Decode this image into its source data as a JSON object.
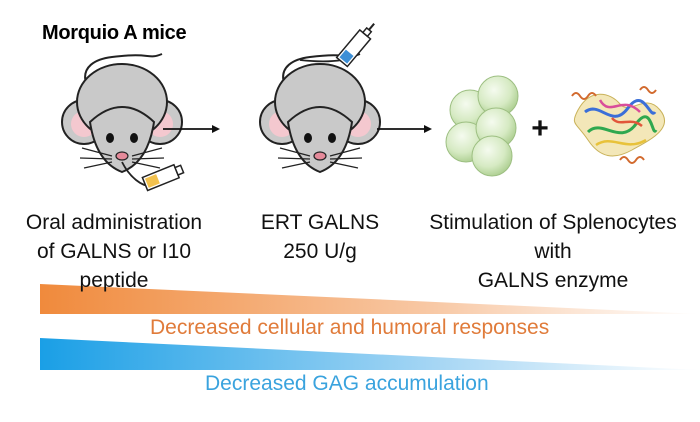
{
  "title": "Morquio A mice",
  "steps": [
    {
      "line1": "Oral administration",
      "line2": "of GALNS or I10 peptide"
    },
    {
      "line1": "ERT GALNS",
      "line2": "250 U/g"
    },
    {
      "line1": "Stimulation of Splenocytes with",
      "line2": "GALNS enzyme"
    }
  ],
  "plus_sign": "+",
  "gradients": [
    {
      "label": "Decreased cellular and humoral responses",
      "color": "#f08a3c"
    },
    {
      "label": "Decreased GAG accumulation",
      "color": "#1aa0e8"
    }
  ],
  "colors": {
    "mouse_body": "#c9c9c9",
    "mouse_outline": "#222222",
    "syringe_orange": "#f2c14e",
    "syringe_blue": "#3c8fd6",
    "cell_fill": "#d8ebc7"
  }
}
